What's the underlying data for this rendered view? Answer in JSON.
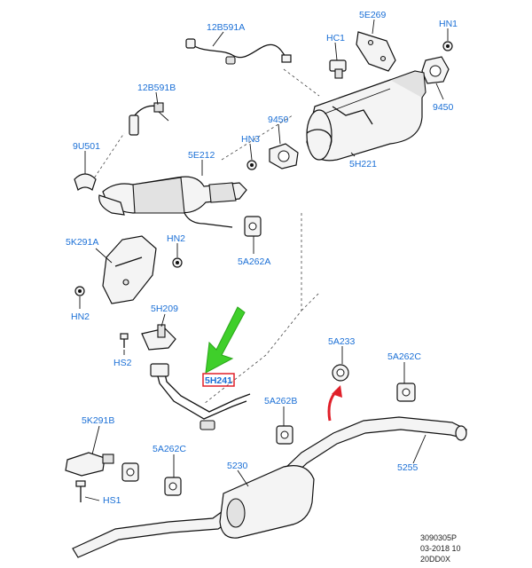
{
  "labels": {
    "l_12b591a": "12B591A",
    "l_5e269": "5E269",
    "l_hn1": "HN1",
    "l_hc1": "HC1",
    "l_12b591b": "12B591B",
    "l_9450a": "9450",
    "l_9450b": "9450",
    "l_hn3": "HN3",
    "l_9u501": "9U501",
    "l_5e212": "5E212",
    "l_5h221": "5H221",
    "l_5k291a": "5K291A",
    "l_hn2a": "HN2",
    "l_5a262a": "5A262A",
    "l_hn2b": "HN2",
    "l_5h209": "5H209",
    "l_hs2": "HS2",
    "l_5h241": "5H241",
    "l_5a233": "5A233",
    "l_5a262c_top": "5A262C",
    "l_5a262b": "5A262B",
    "l_5k291b": "5K291B",
    "l_5a262c_bot": "5A262C",
    "l_5230": "5230",
    "l_5255": "5255",
    "l_hs1": "HS1"
  },
  "footer": {
    "code": "3090305P",
    "date": "03-2018 10",
    "ref": "20DD0X"
  },
  "colors": {
    "label_blue": "#1a6fd6",
    "highlight_red": "#e0202a",
    "arrow_green": "#3fcf2a",
    "arrow_red": "#e0202a"
  }
}
